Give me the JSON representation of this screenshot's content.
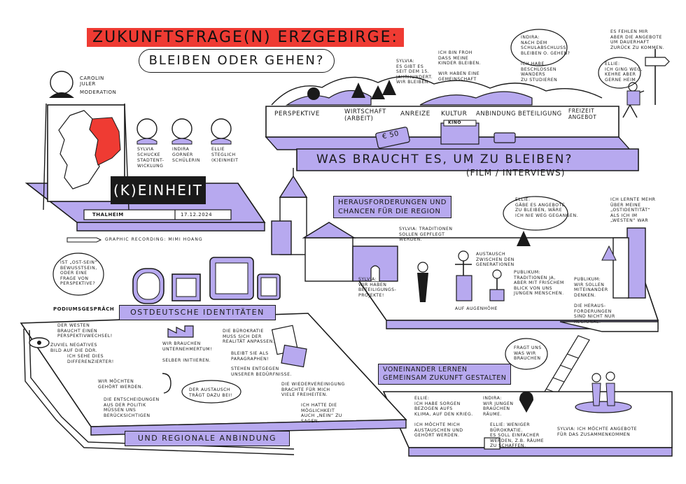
{
  "header": {
    "title": "ZUKUNFTSFRAGE(N) ERZGEBIRGE:",
    "subtitle": "BLEIBEN ODER GEHEN?"
  },
  "people": {
    "moderator": {
      "name": "CAROLIN\nJULER",
      "role": "MODERATION"
    },
    "panel": [
      {
        "name": "SYLVIA\nSCHUCKE",
        "role": "STADTENT-\nWICKLUNG"
      },
      {
        "name": "INDIRA\nGORNER",
        "role": "SCHÜLERIN"
      },
      {
        "name": "ELLIE\nSTEGLICH",
        "role": "(K)EINHEIT"
      }
    ]
  },
  "event": {
    "sign": "(K)EINHEIT",
    "place": "THALHEIM",
    "date": "17.12.2024",
    "credit": "GRAPHIC RECORDING: MIMI HOANG"
  },
  "top_band": {
    "items": [
      "PERSPEKTIVE",
      "WIRTSCHAFT\n(ARBEIT)",
      "ANREIZE",
      "KULTUR",
      "ANBINDUNG",
      "BETEILIGUNG",
      "FREIZEIT\nANGEBOT"
    ],
    "price_tag": "€ 50",
    "cinema": "KINO",
    "question": "WAS BRAUCHT ES, UM ZU BLEIBEN?",
    "note": "(FILM / INTERVIEWS)"
  },
  "top_quotes": {
    "sylvia": "SYLVIA:\nES GIBT ES\nSEIT DEM 15.\nJAHRHUNDERT.\nWIR BLEIBEN.",
    "froh": "ICH BIN FROH\nDASS MEINE\nKINDER BLEIBEN.\n\nWIR HABEN EINE\nGEMEINSCHAFT",
    "indira": "INDIRA:\nNACH DEM\nSCHULABSCHLUSS:\nBLEIBEN O. GEHEN?\n\nICH HABE\nBESCHLOSSEN\nWANDERS\nZU STUDIEREN",
    "ellie": "ELLIE:\nICH GING WEG,\nKEHRE ABER\nGERNE HEIM",
    "fehlen": "ES FEHLEN MIR\nABER DIE ANGEBOTE\nUM DAUERHAFT\nZURÜCK ZU KOMMEN."
  },
  "challenges": {
    "title": "HERAUSFORDERUNGEN UND\nCHANCEN FÜR DIE REGION",
    "sylvia": "SYLVIA: TRADITIONEN\nSOLLEN GEPFLEGT\nWERDEN.",
    "austausch": "AUSTAUSCH\nZWISCHEN DEN\nGENERATIONEN",
    "augenhoehe": "AUF AUGENHÖHE",
    "sylvia2": "SYLVIA:\nWIR HABEN\nBETEILIGUNGS-\nPROJEKTE!",
    "publikum1": "PUBLIKUM:\nTRADITIONEN JA,\nABER MIT FRISCHEM\nBLICK VON UNS\nJUNGEN MENSCHEN.",
    "publikum2": "PUBLIKUM:\nWIR SOLLEN\nMITEINANDER\nDENKEN.\n\nDIE HERAUS-\nFORDERUNGEN\nSIND NICHT NUR\nREGIONAL.",
    "ellie": "ELLIE:\nGÄBE ES ANGEBOTE\nZU BLEIBEN, WÄRE\nICH NIE WEG GEGANGEN.",
    "ostidentitaet": "ICH LERNTE MEHR\nÜBER MEINE\n„OSTIDENTITÄT“\nALS ICH IM\n„WESTEN“ WAR"
  },
  "identity": {
    "question": "IST „OST-SEIN“\nBEWUSSTSEIN,\nODER EINE\nFRAGE VON\nPERSPEKTIVE?",
    "podium": "PODIUMSGESPRÄCH",
    "title": "OSTDEUTSCHE IDENTITÄTEN",
    "bottom": "UND REGIONALE ANBINDUNG",
    "q1": "DER WESTEN\nBRAUCHT EINEN\nPERSPEKTIVWECHSEL!",
    "q2": "ZUVIEL NEGATIVES\nBILD AUF DIE DDR.",
    "q3": "ICH SEHE DIES\nDIFFERENZIERTER!",
    "q4": "WIR BRAUCHEN\nUNTERNEHMERTUM!",
    "q5": "SELBER INITIIEREN.",
    "q6": "DIE BÜROKRATIE\nMUSS SICH DER\nREALITÄT ANPASSEN.",
    "q7": "BLEIBT SIE ALS\nPARAGRAPHEN!",
    "q8": "STEHEN ENTGEGEN\nUNSERER BEDÜRFNISSE.",
    "q9": "WIR MÖCHTEN\nGEHÖRT WERDEN.",
    "q10": "DIE ENTSCHEIDUNGEN\nAUS DER POLITIK\nMÜSSEN UNS\nBERÜCKSICHTIGEN",
    "q11": "DER AUSTAUSCH\nTRÄGT DAZU BEI!",
    "q12": "DIE WIEDERVEREINIGUNG\nBRACHTE FÜR MICH\nVIELE FREIHEITEN.",
    "q13": "ICH HATTE DIE\nMÖGLICHKEIT\nAUCH „NEIN“ ZU\nSAGEN."
  },
  "learning": {
    "title": "VONEINANDER LERNEN\nGEMEINSAM ZUKUNFT GESTALTEN",
    "fragt": "FRAGT UNS\nWAS WIR\nBRAUCHEN",
    "ellie": "ELLIE:\nICH HABE SORGEN\nBEZOGEN AUFS\nKLIMA, AUF DEN KRIEG.\n\nICH MÖCHTE MICH\nAUSTAUSCHEN UND\nGEHÖRT WERDEN.",
    "indira": "INDIRA:\nWIR JUNGEN\nBRAUCHEN\nRÄUME.",
    "ellie2": "ELLIE: WENIGER\nBÜROKRATIE.\nES SOLL EINFACHER\nWERDEN, Z.B. RÄUME\nZU SCHAFFEN.",
    "sylvia": "SYLVIA: ICH MÖCHTE ANGEBOTE\nFÜR DAS ZUSAMMENKOMMEN"
  },
  "colors": {
    "accent": "#b7a9ef",
    "red": "#ef3b33",
    "ink": "#1a1a1a"
  }
}
